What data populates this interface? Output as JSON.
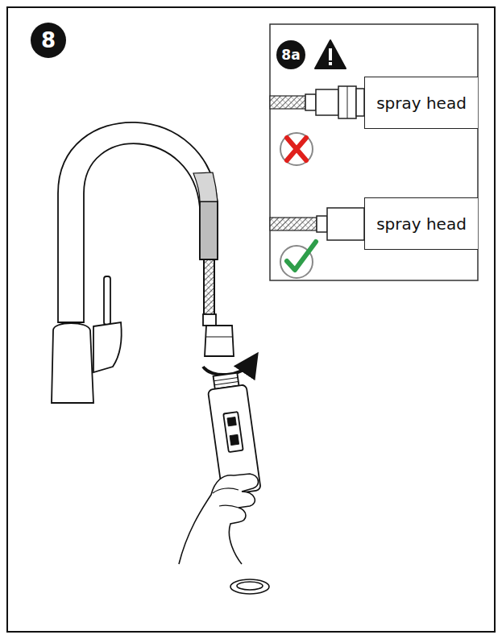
{
  "diagram": {
    "nodes": [
      {
        "text": [
          "8"
        ]
      },
      {
        "text": [
          "8a"
        ]
      },
      {
        "text": [
          "spray head"
        ]
      },
      {
        "text": [
          "spray head"
        ]
      }
    ]
  }
}
